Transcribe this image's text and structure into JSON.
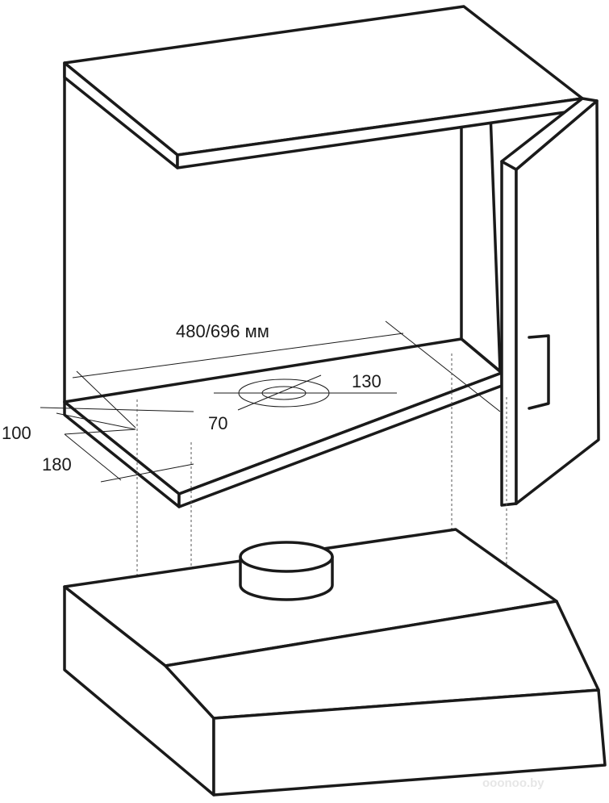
{
  "dimensions": {
    "width_label": "480/696 мм",
    "outer_diameter": "130",
    "inner_diameter": "70",
    "offset_front": "100",
    "offset_depth": "180"
  },
  "watermark": "ooonoo.by"
}
